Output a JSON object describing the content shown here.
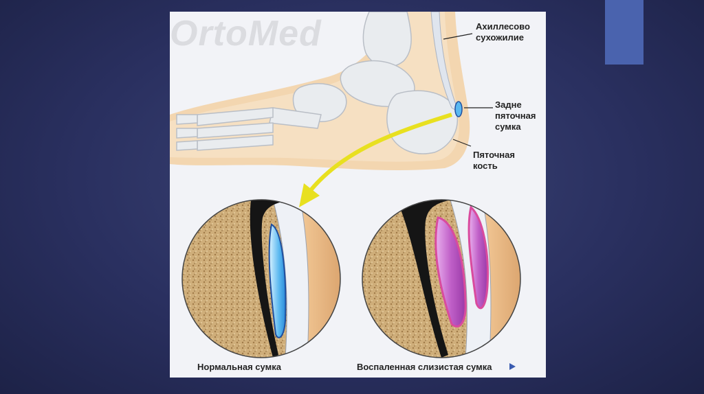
{
  "figure": {
    "watermark": "OrtoMed",
    "labels": {
      "achilles": "Ахиллесово сухожилие",
      "posterior_bursa": "Задне пяточная сумка",
      "calcaneus": "Пяточная кость",
      "normal_bursa": "Нормальная сумка",
      "inflamed_bursa": "Воспаленная слизистая сумка"
    }
  },
  "colors": {
    "slide_background": "#2a3060",
    "accent": "#4a63ae",
    "arrow": "#e8e020",
    "normal_fluid": "#5ab8f0",
    "inflamed_fluid": "#c060c8"
  }
}
